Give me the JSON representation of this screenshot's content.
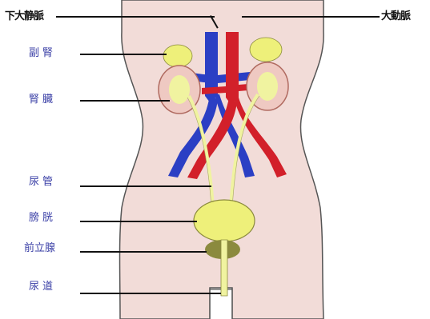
{
  "labels": {
    "ivc": "下大静脈",
    "aorta": "大動脈",
    "adrenal": "副腎",
    "kidney": "腎臓",
    "ureter": "尿管",
    "bladder": "膀胱",
    "prostate": "前立腺",
    "urethra": "尿道"
  },
  "colors": {
    "body": "#f2dcd8",
    "outline": "#555555",
    "vein": "#2b3fc4",
    "artery": "#d2202a",
    "adrenal": "#eef07a",
    "kidney": "#efc9c2",
    "urinary": "#f0f3a0",
    "prostate": "#8b8a3e",
    "label_blue": "#3a3fa6"
  }
}
